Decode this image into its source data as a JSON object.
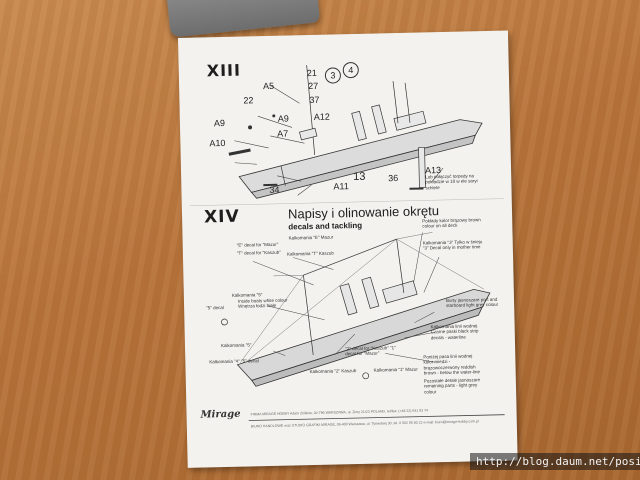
{
  "sheet": {
    "section1": {
      "label": "XIII",
      "parts": {
        "p21": "21",
        "p3": "3",
        "p4": "4",
        "p27": "27",
        "p37": "37",
        "pA5": "A5",
        "p22": "22",
        "pA9a": "A9",
        "pA9b": "A9",
        "pA12": "A12",
        "pA7": "A7",
        "pA10": "A10",
        "p13": "13",
        "p34": "34",
        "pA11": "A11",
        "p36": "36",
        "pA13": "A13"
      },
      "note": "Lub połączyć torpedy na pokładzie w 18 w ele saryi schlete"
    },
    "section2": {
      "label": "XIV",
      "title": "Napisy i olinowanie okrętu",
      "subtitle": "decals and tackling",
      "notes": {
        "n1": "Kalkomania \"E\" Mazur",
        "n2": "\"E\" decal for \"Mazur\"",
        "n3": "\"T\" decal for \"Kaszub\"",
        "n4": "Kalkomania \"T\" Kaszub",
        "n5": "Pokłady kolor brązowy brown colour on all deck",
        "n6": "Kalkomania \"3\" Tylko w śnieju \"3\" Decal only in mother time",
        "n7": "\"5\" decal",
        "n8": "Kalkomania \"5\"",
        "n9": "Inside boats white colour Wnętrza łodzi białe",
        "n10": "Burty jasnoszare port and starboard light grey colour",
        "n11": "Kalkomania \"5\"",
        "n12": "Kalkomania \"4\" \"5\" decal",
        "n13": "Kalkomania linii wodnej Czarne paski black strip decals - waterline",
        "n14": "\"2\" decal for \"Kaszub\" \"1\" decal for \"Mazur\"",
        "n15": "Kalkomania \"2\" Kaszub",
        "n16": "Kalkomania \"1\" Mazur",
        "n17": "Poniżej pasa linii wodnej kolor miedzi - brązowoczerwony reddish brown - below the water-line",
        "n18": "Pozostałe detale jasnoszare remaining parts - light grey colour"
      }
    },
    "footer": {
      "brand": "Mirage",
      "line1": "FIRMA MIRAGE HOBBY Adam Ziółkow, 02-796 WARSZAWA, ul. Zimy 21/23 POLAND, tel/fax: (+48 22) 641 93 74",
      "line2": "BIURO HANDLOWE oraz STUDIO GRAFIKI MIRAGE, 05-400 Warszawa, ul. Tynieckiej 30, tel. 0 502 55 80 22 e-mail: biuro@mirage-hobby.com.pl"
    }
  },
  "watermark": "http://blog.daum.net/posiri"
}
